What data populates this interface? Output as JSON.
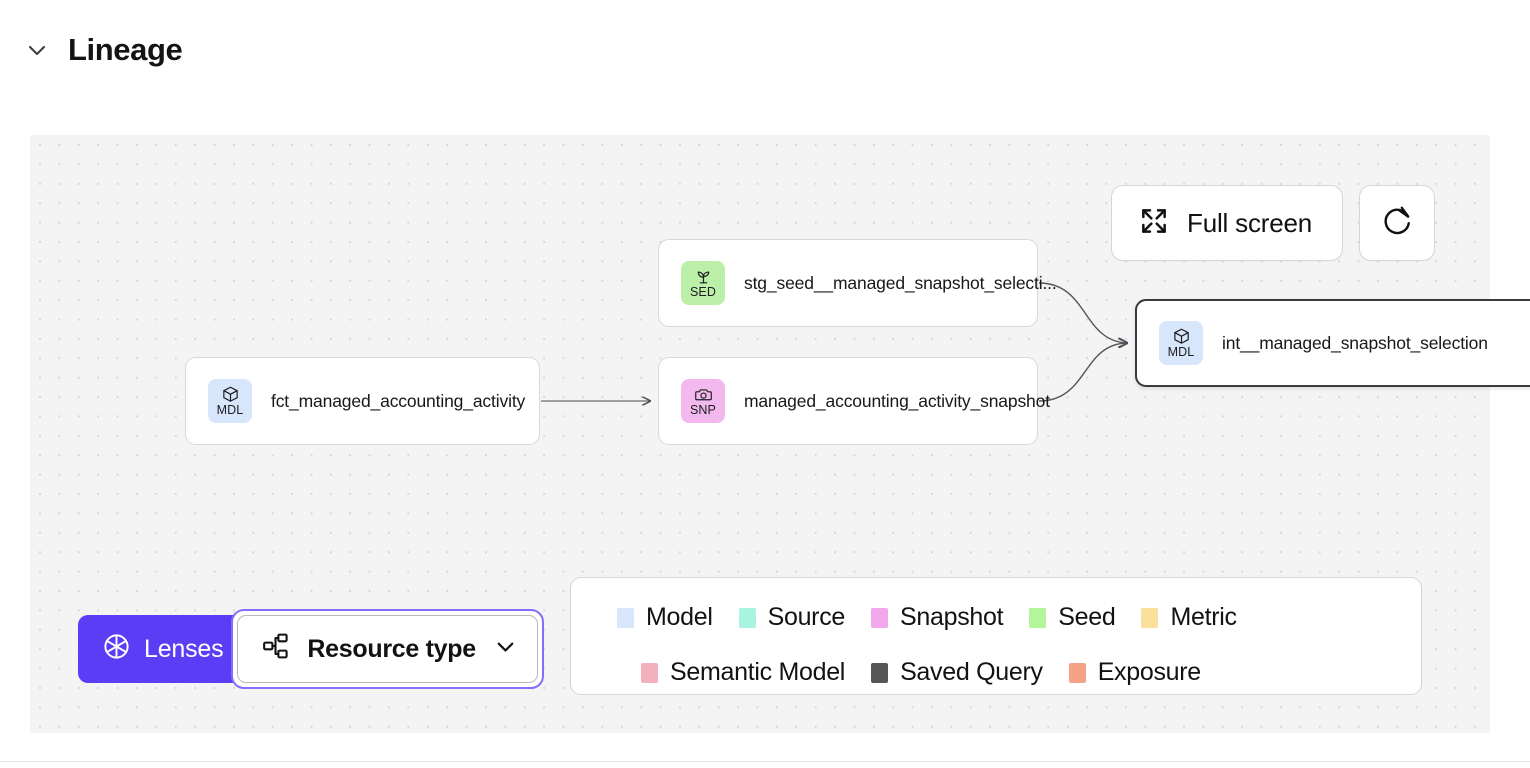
{
  "header": {
    "title": "Lineage",
    "collapse_icon": "chevron-down-icon"
  },
  "toolbar": {
    "fullscreen_label": "Full screen",
    "fullscreen_icon": "expand-icon",
    "refresh_icon": "refresh-icon"
  },
  "graph": {
    "nodes": [
      {
        "id": "fct",
        "label": "fct_managed_accounting_activity",
        "badge_code": "MDL",
        "badge_icon": "cube-icon",
        "resource_type": "Model",
        "badge_color": "#d7e6fb",
        "selected": false
      },
      {
        "id": "seed",
        "label": "stg_seed__managed_snapshot_selecti...",
        "badge_code": "SED",
        "badge_icon": "sprout-icon",
        "resource_type": "Seed",
        "badge_color": "#bcf0a8",
        "selected": false
      },
      {
        "id": "snapshot",
        "label": "managed_accounting_activity_snapshot",
        "badge_code": "SNP",
        "badge_icon": "camera-icon",
        "resource_type": "Snapshot",
        "badge_color": "#f3b9ee",
        "selected": false
      },
      {
        "id": "int",
        "label": "int__managed_snapshot_selection",
        "badge_code": "MDL",
        "badge_icon": "cube-icon",
        "resource_type": "Model",
        "badge_color": "#d7e6fb",
        "selected": true
      }
    ],
    "edges": [
      {
        "from": "fct",
        "to": "snapshot"
      },
      {
        "from": "seed",
        "to": "int"
      },
      {
        "from": "snapshot",
        "to": "int"
      }
    ]
  },
  "controls": {
    "lenses_label": "Lenses",
    "lenses_icon": "aperture-icon",
    "lenses_color": "#5b3df5",
    "resource_type_label": "Resource type",
    "resource_type_icon": "hierarchy-icon",
    "resource_type_chevron": "chevron-down-icon",
    "focus_ring_color": "#8a6bff"
  },
  "legend": {
    "row1": [
      {
        "label": "Model",
        "color": "#d7e6fb"
      },
      {
        "label": "Source",
        "color": "#a9f4e0"
      },
      {
        "label": "Snapshot",
        "color": "#f3a8ee"
      },
      {
        "label": "Seed",
        "color": "#b4f49a"
      },
      {
        "label": "Metric",
        "color": "#fae09a"
      }
    ],
    "row2": [
      {
        "label": "Semantic Model",
        "color": "#f3b0bd"
      },
      {
        "label": "Saved Query",
        "color": "#565656"
      },
      {
        "label": "Exposure",
        "color": "#f5a288"
      }
    ]
  }
}
